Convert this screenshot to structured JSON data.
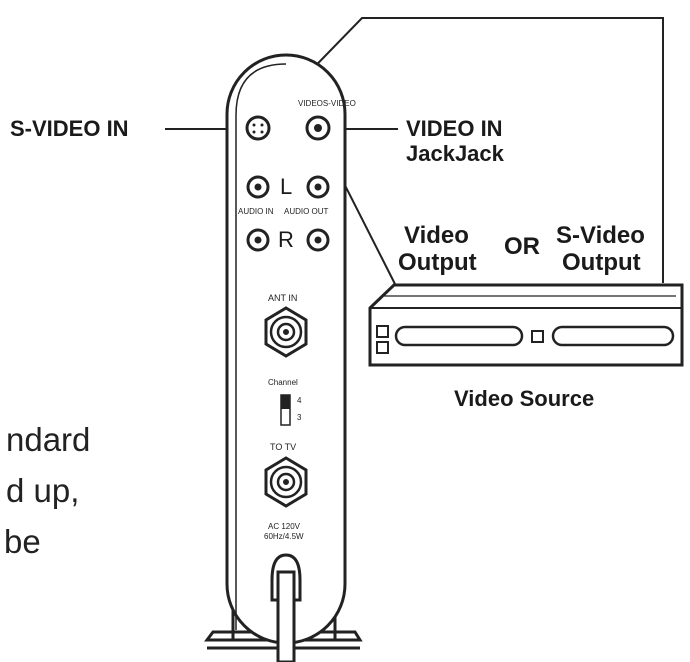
{
  "labels": {
    "svideo_in": "S-VIDEO IN",
    "video_in_line1": "VIDEO IN",
    "video_in_line2": "JackJack",
    "video_output_line1": "Video",
    "video_output_line2": "Output",
    "or": "OR",
    "svideo_output_line1": "S-Video",
    "svideo_output_line2": "Output",
    "video_source": "Video Source"
  },
  "device": {
    "jack_header": "VIDEOS-VIDEO",
    "left_channel": "L",
    "right_channel": "R",
    "audio_in": "AUDIO IN",
    "audio_out": "AUDIO OUT",
    "ant_in": "ANT IN",
    "channel": "Channel",
    "channel_4": "4",
    "channel_3": "3",
    "to_tv": "TO TV",
    "power_line1": "AC 120V",
    "power_line2": "60Hz/4.5W"
  },
  "body_text": {
    "line1": "ndard",
    "line2": "d up,",
    "line3": "be"
  }
}
